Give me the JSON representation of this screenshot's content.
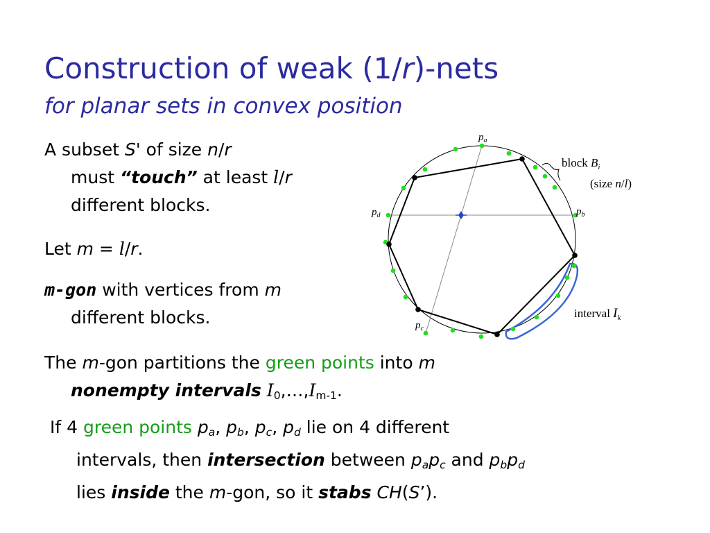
{
  "slide": {
    "title": "Construction of weak (1/r)-nets",
    "title_parts": {
      "a": "Construction of weak (1/",
      "r": "r",
      "b": ")-nets"
    },
    "subtitle": "for planar sets in convex position"
  },
  "bullets": {
    "b1": {
      "l1": {
        "a": "A subset ",
        "S": "S",
        "b": "' of size ",
        "n": "n",
        "c": "/",
        "r": "r"
      },
      "l2": {
        "a": "must ",
        "touch": "“touch”",
        "b": " at least ",
        "l": "l",
        "c": "/",
        "r": "r"
      },
      "l3": "different blocks."
    },
    "b2": {
      "a": "Let ",
      "m": "m",
      "b": " = ",
      "l": "l",
      "c": "/",
      "r": "r",
      "d": "."
    },
    "b3": {
      "mgon": "m-gon",
      "l1": " with vertices from ",
      "m": "m",
      "l2": "different blocks."
    },
    "b4": {
      "l1": {
        "a": "The ",
        "m": "m",
        "b": "-gon partitions the ",
        "green": "green points",
        "c": " into ",
        "m2": "m"
      },
      "l2": {
        "ni": "nonempty intervals",
        "I0": "I",
        "s0": "0",
        "dots": ",…,",
        "I1": "I",
        "s1": "m-1",
        "end": "."
      }
    },
    "b5": {
      "l1": {
        "a": "If 4 ",
        "green": "green points",
        "sp": " ",
        "pa": "p",
        "a_sub": "a",
        "c1": ", ",
        "pb": "p",
        "b_sub": "b",
        "c2": ", ",
        "pc": "p",
        "c_sub": "c",
        "c3": ", ",
        "pd": "p",
        "d_sub": "d",
        "rest": " lie on 4 different"
      },
      "l2": {
        "a": "intervals, then ",
        "intersection": "intersection",
        "b": " between ",
        "pa": "p",
        "a_sub": "a",
        "pc": "p",
        "c_sub": "c",
        "and": " and ",
        "pb": "p",
        "b_sub": "b",
        "pd": "p",
        "d_sub": "d"
      },
      "l3": {
        "a": "lies ",
        "inside": "inside",
        "b": " the ",
        "m": "m",
        "c": "-gon, so it ",
        "stabs": "stabs",
        "sp": " ",
        "CH": "CH",
        "op": "(",
        "S": "S",
        "cl": "’)."
      }
    }
  },
  "figure": {
    "pa": {
      "p": "p",
      "sub": "a"
    },
    "pb": {
      "p": "p",
      "sub": "b"
    },
    "pc": {
      "p": "p",
      "sub": "c"
    },
    "pd": {
      "p": "p",
      "sub": "d"
    },
    "block": {
      "a": "block ",
      "B": "B",
      "i": "i"
    },
    "size": {
      "a": "(size ",
      "n": "n",
      "slash": "/",
      "l": "l",
      "b": ")"
    },
    "interval": {
      "a": "interval ",
      "I": "I",
      "k": "k"
    }
  },
  "colors": {
    "title": "#2a2aa0",
    "green_text": "#169c16",
    "green_point": "#22dd22",
    "interval_outline": "#3a66d6",
    "center_mark": "#2244cc"
  }
}
